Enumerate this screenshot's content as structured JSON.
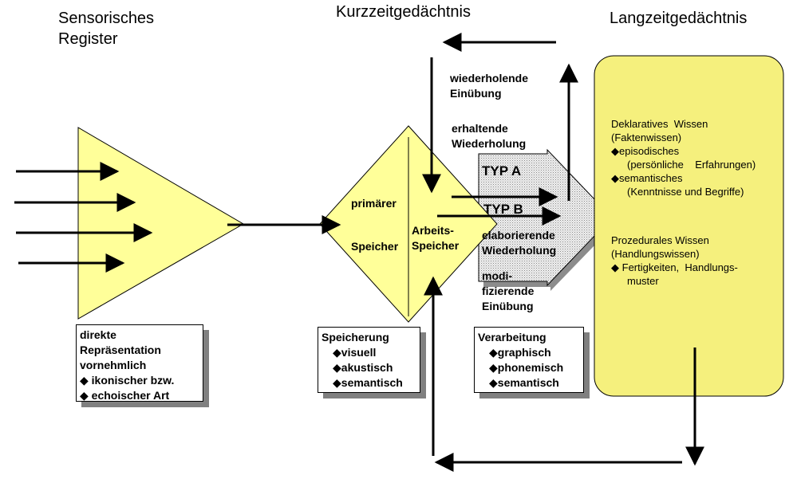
{
  "headings": {
    "sensory_line1": "Sensorisches",
    "sensory_line2": "Register",
    "short_term": "Kurzzeitgedächtnis",
    "long_term": "Langzeitgedächtnis"
  },
  "short_term_labels": {
    "primary_1": "primärer",
    "primary_2": "Speicher",
    "working_1": "Arbeits-",
    "working_2": "Speicher"
  },
  "processes": {
    "rehearsal_1": "wiederholende",
    "rehearsal_2": "Einübung",
    "maintenance_1": "erhaltende",
    "maintenance_2": "Wiederholung",
    "type_a": "TYP A",
    "type_b": "TYP B",
    "elaborative_1": "elaborierende",
    "elaborative_2": "Wiederholung",
    "modifying_1": "modi-",
    "modifying_2": "fizierende",
    "modifying_3": "Einübung"
  },
  "sensory_box": {
    "line1": "direkte",
    "line2": "Repräsentation",
    "line3": "vornehmlich",
    "item1": "ikonischer bzw.",
    "item2": "echoischer Art"
  },
  "storage_box": {
    "title": "Speicherung",
    "items": [
      "visuell",
      "akustisch",
      "semantisch"
    ]
  },
  "processing_box": {
    "title": "Verarbeitung",
    "items": [
      "graphisch",
      "phonemisch",
      "semantisch"
    ]
  },
  "long_term_box": {
    "declarative_1": "Deklaratives  Wissen",
    "declarative_2": "(Faktenwissen)",
    "episodic": "episodisches",
    "episodic_detail": "(persönliche    Erfahrungen)",
    "semantic": "semantisches",
    "semantic_detail": "(Kenntnisse und Begriffe)",
    "procedural_1": "Prozedurales Wissen",
    "procedural_2": "(Handlungswissen)",
    "skills_1": "Fertigkeiten,  Handlungs-",
    "skills_2": "muster"
  },
  "bullet": "◆",
  "colors": {
    "shape_fill": "#ffff99",
    "long_term_fill": "#f5f07d",
    "outline": "#000000",
    "arrow_fill": "#d0d0d0"
  }
}
